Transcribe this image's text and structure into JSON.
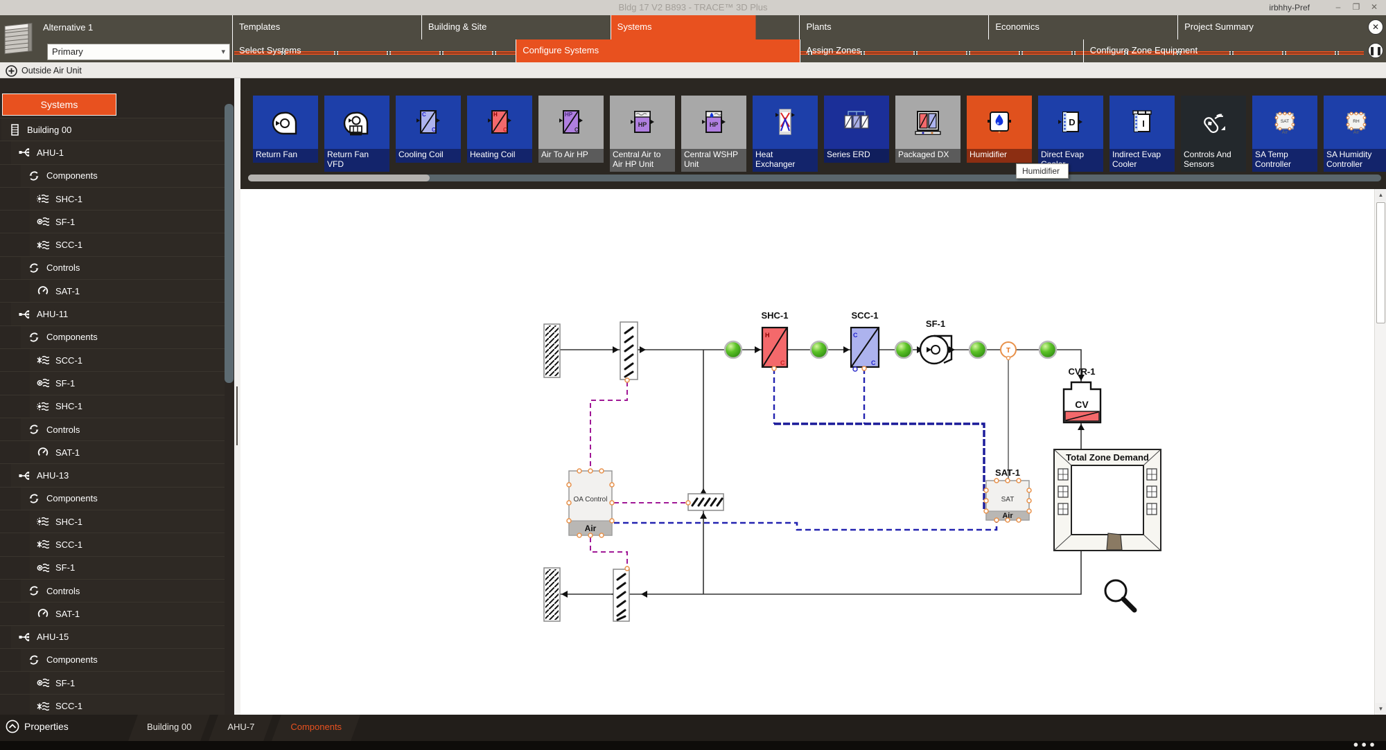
{
  "window": {
    "title": "Bldg 17 V2 B893 - TRACE™ 3D Plus",
    "user_label": "irbhhy-Pref"
  },
  "nav": {
    "alternative_label": "Alternative 1",
    "primary_selector": "Primary",
    "tabs": [
      {
        "label": "Templates",
        "active": false
      },
      {
        "label": "Building & Site",
        "active": false
      },
      {
        "label": "Systems",
        "active": true
      },
      {
        "label": "Plants",
        "active": false
      },
      {
        "label": "Economics",
        "active": false
      },
      {
        "label": "Project Summary",
        "active": false
      }
    ],
    "subtabs": [
      {
        "label": "Select Systems",
        "active": false
      },
      {
        "label": "Configure Systems",
        "active": true
      },
      {
        "label": "Assign Zones",
        "active": false
      },
      {
        "label": "Configure Zone Equipment",
        "active": false
      }
    ]
  },
  "actions": {
    "outside_air_unit_label": "Outside Air Unit"
  },
  "sidebar": {
    "header_label": "Systems",
    "tree": [
      {
        "label": "Building 00",
        "icon": "building",
        "level": 0
      },
      {
        "label": "AHU-1",
        "icon": "ahu",
        "level": 1
      },
      {
        "label": "Components",
        "icon": "cycle",
        "level": 2
      },
      {
        "label": "SHC-1",
        "icon": "heating-coil",
        "level": 3
      },
      {
        "label": "SF-1",
        "icon": "fan",
        "level": 3
      },
      {
        "label": "SCC-1",
        "icon": "cooling-coil",
        "level": 3
      },
      {
        "label": "Controls",
        "icon": "cycle",
        "level": 2
      },
      {
        "label": "SAT-1",
        "icon": "gauge",
        "level": 3
      },
      {
        "label": "AHU-11",
        "icon": "ahu",
        "level": 1
      },
      {
        "label": "Components",
        "icon": "cycle",
        "level": 2
      },
      {
        "label": "SCC-1",
        "icon": "cooling-coil",
        "level": 3
      },
      {
        "label": "SF-1",
        "icon": "fan",
        "level": 3
      },
      {
        "label": "SHC-1",
        "icon": "heating-coil",
        "level": 3
      },
      {
        "label": "Controls",
        "icon": "cycle",
        "level": 2
      },
      {
        "label": "SAT-1",
        "icon": "gauge",
        "level": 3
      },
      {
        "label": "AHU-13",
        "icon": "ahu",
        "level": 1
      },
      {
        "label": "Components",
        "icon": "cycle",
        "level": 2
      },
      {
        "label": "SHC-1",
        "icon": "heating-coil",
        "level": 3
      },
      {
        "label": "SCC-1",
        "icon": "cooling-coil",
        "level": 3
      },
      {
        "label": "SF-1",
        "icon": "fan",
        "level": 3
      },
      {
        "label": "Controls",
        "icon": "cycle",
        "level": 2
      },
      {
        "label": "SAT-1",
        "icon": "gauge",
        "level": 3
      },
      {
        "label": "AHU-15",
        "icon": "ahu",
        "level": 1
      },
      {
        "label": "Components",
        "icon": "cycle",
        "level": 2
      },
      {
        "label": "SF-1",
        "icon": "fan",
        "level": 3
      },
      {
        "label": "SCC-1",
        "icon": "cooling-coil",
        "level": 3
      }
    ]
  },
  "toolbar": {
    "tooltip": "Humidifier",
    "items": [
      {
        "label": "Return Fan",
        "icon": "fan",
        "style": "blue",
        "selected": false
      },
      {
        "label": "Return Fan VFD",
        "icon": "fan-vfd",
        "style": "blue",
        "selected": false
      },
      {
        "label": "Cooling Coil",
        "icon": "coil-cool",
        "style": "blue",
        "selected": false
      },
      {
        "label": "Heating Coil",
        "icon": "coil-heat",
        "style": "blue",
        "selected": false
      },
      {
        "label": "Air To Air HP",
        "icon": "coil-hp",
        "style": "gray",
        "selected": false
      },
      {
        "label": "Central Air to Air HP Unit",
        "icon": "hp-unit",
        "style": "gray",
        "selected": false
      },
      {
        "label": "Central WSHP Unit",
        "icon": "wshp-unit",
        "style": "gray",
        "selected": false
      },
      {
        "label": "Heat Exchanger",
        "icon": "heat-exchanger",
        "style": "blue",
        "selected": false
      },
      {
        "label": "Series ERD",
        "icon": "series-erd",
        "style": "navy",
        "selected": false
      },
      {
        "label": "Packaged DX",
        "icon": "packaged-dx",
        "style": "gray",
        "selected": false
      },
      {
        "label": "Humidifier",
        "icon": "humidifier",
        "style": "orange",
        "selected": true
      },
      {
        "label": "Direct Evap Cooler",
        "icon": "direct-evap",
        "style": "blue",
        "selected": false
      },
      {
        "label": "Indirect Evap Cooler",
        "icon": "indirect-evap",
        "style": "blue",
        "selected": false
      },
      {
        "label": "Controls And Sensors",
        "icon": "controls-sensors",
        "style": "dark",
        "selected": false
      },
      {
        "label": "SA Temp Controller",
        "icon": "sa-temp",
        "style": "blue",
        "selected": false
      },
      {
        "label": "SA Humidity Controller",
        "icon": "sa-humidity",
        "style": "blue",
        "selected": false
      }
    ]
  },
  "icon_text": {
    "h": "H",
    "c": "C",
    "hp": "HP",
    "d": "D",
    "i": "I",
    "sat": "SAT",
    "rh": "RH",
    "air": "Air"
  },
  "canvas": {
    "diagram": {
      "shc": "SHC-1",
      "shc_h": "H",
      "shc_c": "C",
      "scc": "SCC-1",
      "scc_c_top": "C",
      "scc_c_bottom": "C",
      "sf": "SF-1",
      "t": "T",
      "cvr": "CVR-1",
      "cv": "CV",
      "sat_name": "SAT-1",
      "sat": "SAT",
      "sat_air": "Air",
      "oa": "OA Control",
      "oa_air": "Air",
      "tzd": "Total Zone Demand"
    }
  },
  "statusbar": {
    "properties_label": "Properties",
    "tabs": [
      {
        "label": "Building 00",
        "active": false
      },
      {
        "label": "AHU-7",
        "active": false
      },
      {
        "label": "Components",
        "active": true
      }
    ]
  },
  "colors": {
    "accent": "#E8511F",
    "tile_blue": "#1D3FA9",
    "tile_navy": "#1B2F98",
    "tile_gray": "#A8A8A8",
    "tile_orange": "#E0511D",
    "status_green": "#4CB122",
    "wire_purple": "#A01896",
    "wire_blue": "#2323B0",
    "coil_red": "#F4696B",
    "coil_blue": "#ADB3EE"
  }
}
